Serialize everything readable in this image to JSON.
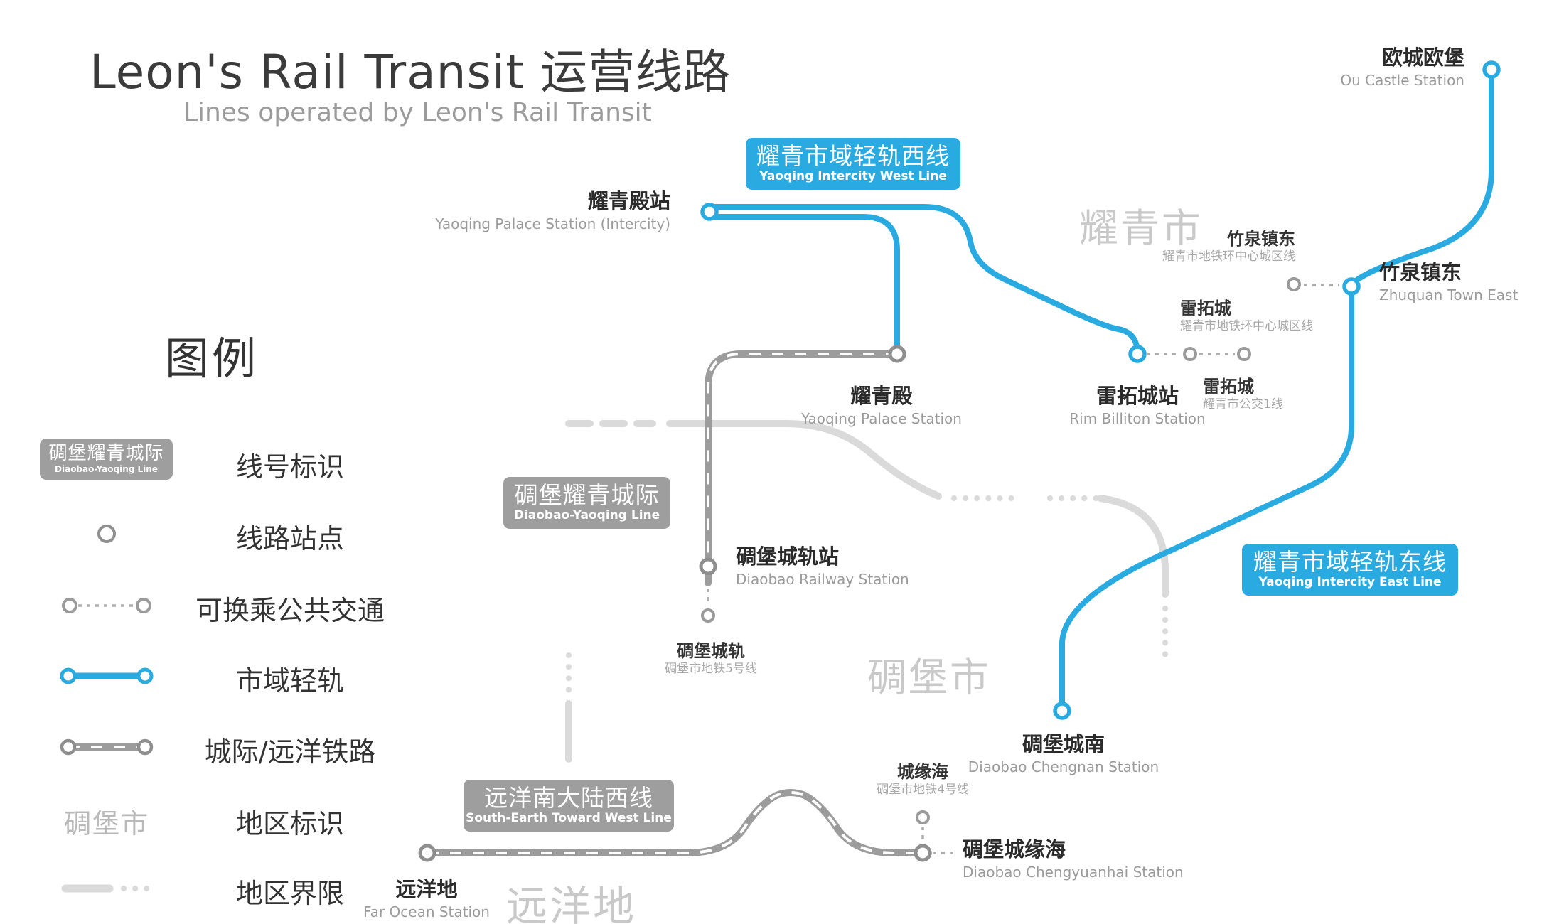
{
  "title": "Leon's Rail Transit 运营线路",
  "subtitle": "Lines operated by Leon's Rail Transit",
  "colors": {
    "light_rail_blue": "#29abe2",
    "railway_gray": "#9c9c9c",
    "boundary_gray": "#dadada",
    "text_dark": "#333333",
    "text_gray": "#9b9b9b",
    "region_label_gray": "#c9c9c9",
    "badge_gray": "#9e9e9e"
  },
  "legend": {
    "heading": "图例",
    "badge_sample": {
      "cn": "碉堡耀青城际",
      "en": "Diaobao-Yaoqing Line"
    },
    "items": [
      {
        "label": "线号标识"
      },
      {
        "label": "线路站点"
      },
      {
        "label": "可换乘公共交通"
      },
      {
        "label": "市域轻轨"
      },
      {
        "label": "城际/远洋铁路"
      },
      {
        "label": "地区标识",
        "sample": "碉堡市"
      },
      {
        "label": "地区界限"
      }
    ]
  },
  "line_badges": {
    "west": {
      "cn": "耀青市域轻轨西线",
      "en": "Yaoqing Intercity West Line"
    },
    "diaobao_yaoqing": {
      "cn": "碉堡耀青城际",
      "en": "Diaobao-Yaoqing Line"
    },
    "east": {
      "cn": "耀青市域轻轨东线",
      "en": "Yaoqing Intercity East Line"
    },
    "south_earth": {
      "cn": "远洋南大陆西线",
      "en": "South-Earth Toward West Line"
    }
  },
  "regions": [
    {
      "name": "耀青市"
    },
    {
      "name": "碉堡市"
    },
    {
      "name": "远洋地"
    }
  ],
  "stations": {
    "ou_castle": {
      "cn": "欧城欧堡",
      "en": "Ou Castle Station"
    },
    "yaoqing_palace_intercity": {
      "cn": "耀青殿站",
      "en": "Yaoqing Palace Station (Intercity)"
    },
    "zhuquan_town_east": {
      "cn": "竹泉镇东",
      "en": "Zhuquan Town East"
    },
    "zhuquan_transfer": {
      "cn": "竹泉镇东",
      "sub": "耀青市地铁环中心城区线"
    },
    "rim_billiton": {
      "cn": "雷拓城站",
      "en": "Rim Billiton Station"
    },
    "leituo_metro_transfer": {
      "cn": "雷拓城",
      "sub": "耀青市地铁环中心城区线"
    },
    "leituo_bus_transfer": {
      "cn": "雷拓城",
      "sub": "耀青市公交1线"
    },
    "yaoqing_palace": {
      "cn": "耀青殿",
      "en": "Yaoqing Palace Station"
    },
    "diaobao_railway": {
      "cn": "碉堡城轨站",
      "en": "Diaobao Railway Station"
    },
    "diaobao_metro5_transfer": {
      "cn": "碉堡城轨",
      "sub": "碉堡市地铁5号线"
    },
    "diaobao_chengnan": {
      "cn": "碉堡城南",
      "en": "Diaobao Chengnan Station"
    },
    "chengyuanhai_metro4_transfer": {
      "cn": "城缘海",
      "sub": "碉堡市地铁4号线"
    },
    "diaobao_chengyuanhai": {
      "cn": "碉堡城缘海",
      "en": "Diaobao Chengyuanhai Station"
    },
    "far_ocean": {
      "cn": "远洋地",
      "en": "Far Ocean Station"
    }
  }
}
